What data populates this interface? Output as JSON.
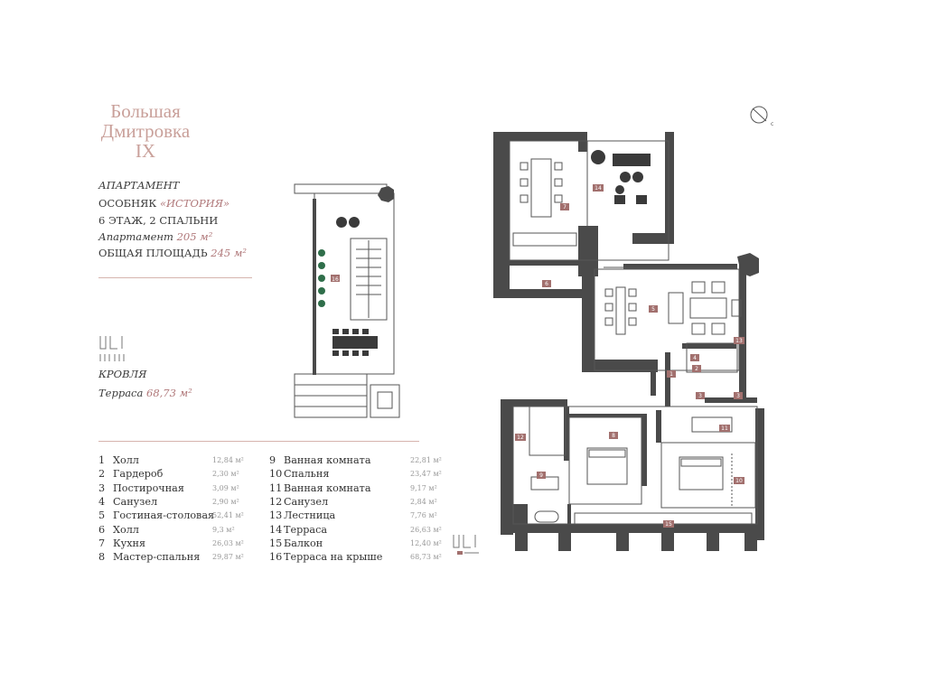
{
  "project": {
    "title_lines": [
      "Большая",
      "Дмитровка",
      "IX"
    ],
    "label_apartment": "АПАРТАМЕНТ",
    "mansion_prefix": "ОСОБНЯК ",
    "mansion_name": "«ИСТОРИЯ»",
    "floor_number": "6",
    "floor_text": "ЭТАЖ, 2 СПАЛЬНИ",
    "apartment_label": "Апартамент",
    "apartment_area": "205 м²",
    "total_label": "ОБЩАЯ ПЛОЩАДЬ",
    "total_area": "245 м²"
  },
  "roof": {
    "label": "КРОВЛЯ",
    "terrace_label": "Терраса",
    "terrace_area": "68,73 м²",
    "plan_marker": "16"
  },
  "rooms": [
    {
      "num": "1",
      "name": "Холл",
      "area": "12,84 м²"
    },
    {
      "num": "2",
      "name": "Гардероб",
      "area": "2,30 м²"
    },
    {
      "num": "3",
      "name": "Постирочная",
      "area": "3,09 м²"
    },
    {
      "num": "4",
      "name": "Санузел",
      "area": "2,90 м²"
    },
    {
      "num": "5",
      "name": "Гостиная-столовая",
      "area": "52,41 м²"
    },
    {
      "num": "6",
      "name": "Холл",
      "area": "9,3 м²"
    },
    {
      "num": "7",
      "name": "Кухня",
      "area": "26,03 м²"
    },
    {
      "num": "8",
      "name": "Мастер-спальня",
      "area": "29,87 м²"
    },
    {
      "num": "9",
      "name": "Ванная комната",
      "area": "22,81 м²"
    },
    {
      "num": "10",
      "name": "Спальня",
      "area": "23,47 м²"
    },
    {
      "num": "11",
      "name": "Ванная комната",
      "area": "9,17 м²"
    },
    {
      "num": "12",
      "name": "Санузел",
      "area": "2,84 м²"
    },
    {
      "num": "13",
      "name": "Лестница",
      "area": "7,76 м²"
    },
    {
      "num": "14",
      "name": "Терраса",
      "area": "26,63 м²"
    },
    {
      "num": "15",
      "name": "Балкон",
      "area": "12,40 м²"
    },
    {
      "num": "16",
      "name": "Терраса на крыше",
      "area": "68,73 м²"
    }
  ],
  "plan_markers": [
    {
      "label": "7"
    },
    {
      "label": "14"
    },
    {
      "label": "6"
    },
    {
      "label": "5"
    },
    {
      "label": "13"
    },
    {
      "label": "4"
    },
    {
      "label": "2"
    },
    {
      "label": "1"
    },
    {
      "label": "3"
    },
    {
      "label": "3"
    },
    {
      "label": "8"
    },
    {
      "label": "12"
    },
    {
      "label": "9"
    },
    {
      "label": "11"
    },
    {
      "label": "10"
    },
    {
      "label": "15"
    }
  ],
  "compass_letter": "с",
  "colors": {
    "title": "#c9a09a",
    "accent": "#b0787a",
    "wall": "#4a4a4a",
    "marker": "#a2706e"
  }
}
